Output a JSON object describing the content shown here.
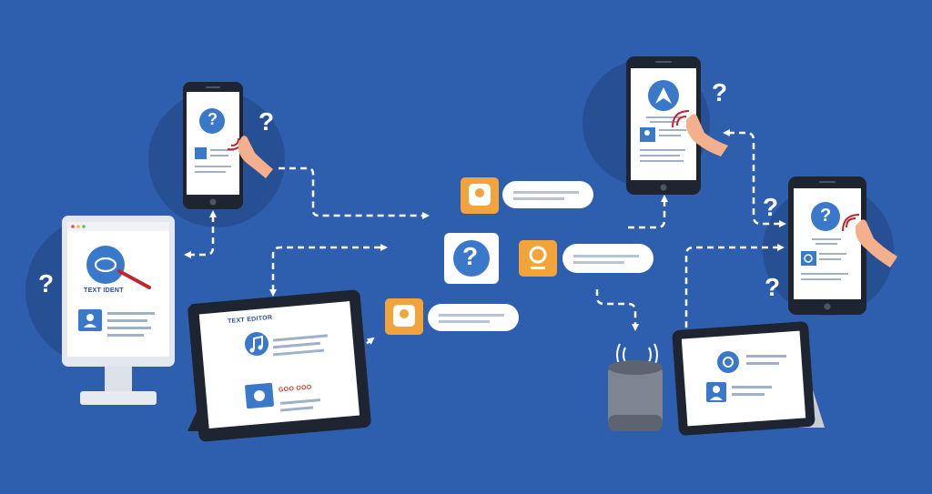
{
  "labels": {
    "monitor_title": "TEXT IDENT",
    "tablet_left_title": "TEXT EDITOR",
    "tablet_left_subtitle": "GOO OOO",
    "question_mark": "?"
  },
  "devices": [
    "desktop-monitor",
    "phone-top-left",
    "tablet-left",
    "central-hub",
    "phone-top-right",
    "phone-right",
    "smart-speaker",
    "tablet-right"
  ],
  "colors": {
    "background": "#2d5fae",
    "accent_orange": "#f2a33a",
    "accent_blue": "#3a78c9",
    "accent_red": "#c0262d",
    "screen_white": "#ffffff",
    "device_dark": "#1f2530",
    "skin": "#f4b08c"
  },
  "icons": [
    "question-icon",
    "music-note-icon",
    "play-icon",
    "user-icon",
    "wifi-signal-icon",
    "magnifier-icon",
    "arrow-logo-icon",
    "target-icon",
    "webcam-icon"
  ]
}
